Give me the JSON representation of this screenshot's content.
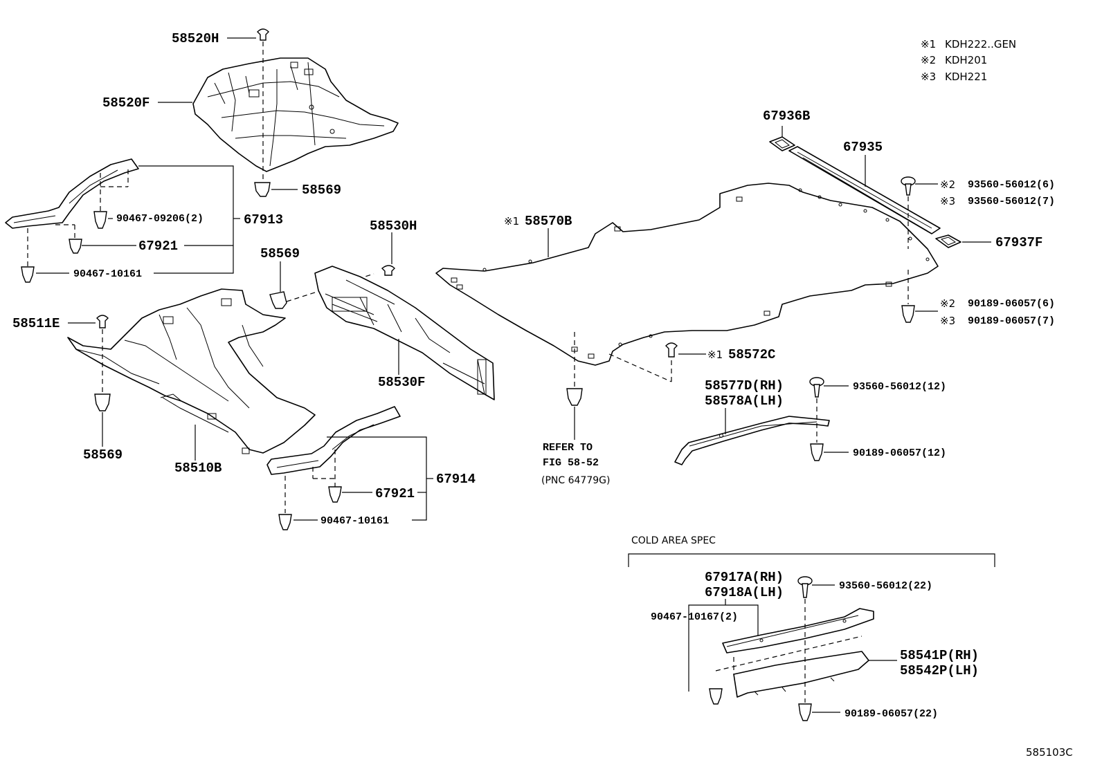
{
  "notes": [
    {
      "mark": "※1",
      "text": "KDH222..GEN"
    },
    {
      "mark": "※2",
      "text": "KDH201"
    },
    {
      "mark": "※3",
      "text": "KDH221"
    }
  ],
  "labels": {
    "p58520H": "58520H",
    "p58520F": "58520F",
    "p58569_top": "58569",
    "p67913": "67913",
    "p90467_09206": "90467-09206(2)",
    "p67921_left": "67921",
    "p90467_10161_left": "90467-10161",
    "p58569_mid": "58569",
    "p58511E": "58511E",
    "p58569_bottom": "58569",
    "p58510B": "58510B",
    "p58530H": "58530H",
    "p58530F": "58530F",
    "p67914": "67914",
    "p67921_bottom": "67921",
    "p90467_10161_bottom": "90467-10161",
    "p58570B_mark": "※1",
    "p58570B": "58570B",
    "p67936B": "67936B",
    "p67935": "67935",
    "p93560_6_mark": "※2",
    "p93560_6": "93560-56012(6)",
    "p93560_7_mark": "※3",
    "p93560_7": "93560-56012(7)",
    "p67937F": "67937F",
    "p90189_6_mark": "※2",
    "p90189_6": "90189-06057(6)",
    "p90189_7_mark": "※3",
    "p90189_7": "90189-06057(7)",
    "p58572C_mark": "※1",
    "p58572C": "58572C",
    "p58577D": "58577D(RH)",
    "p58578A": "58578A(LH)",
    "p93560_12": "93560-56012(12)",
    "p90189_12": "90189-06057(12)",
    "refer_line1": "REFER TO",
    "refer_line2": "FIG 58-52",
    "refer_line3": "(PNC 64779G)",
    "cold_area": "COLD AREA SPEC",
    "p67917A": "67917A(RH)",
    "p67918A": "67918A(LH)",
    "p93560_22": "93560-56012(22)",
    "p90467_10167": "90467-10167(2)",
    "p58541P": "58541P(RH)",
    "p58542P": "58542P(LH)",
    "p90189_22": "90189-06057(22)",
    "illustration_code": "585103C"
  }
}
